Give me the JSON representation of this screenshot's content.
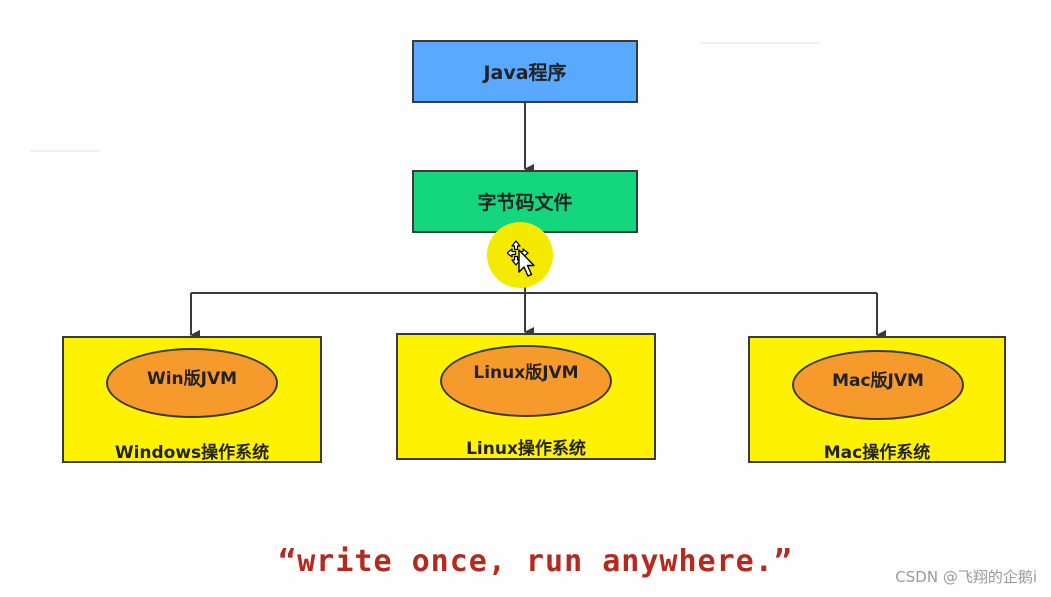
{
  "diagram": {
    "top_node": "Java程序",
    "middle_node": "字节码文件",
    "platforms": [
      {
        "jvm": "Win版JVM",
        "os": "Windows操作系统"
      },
      {
        "jvm": "Linux版JVM",
        "os": "Linux操作系统"
      },
      {
        "jvm": "Mac版JVM",
        "os": "Mac操作系统"
      }
    ]
  },
  "slogan": "“write once, run anywhere.”",
  "watermark": "CSDN @飞翔的企鹅i",
  "colors": {
    "java_box": "#58a9ff",
    "bytecode_box": "#14d67d",
    "os_box": "#fff200",
    "jvm_ellipse": "#f79a2c",
    "slogan_text": "#b52a1f",
    "cursor_highlight": "#f4ea00"
  },
  "icons": {
    "cursor": "move-cursor-icon"
  }
}
